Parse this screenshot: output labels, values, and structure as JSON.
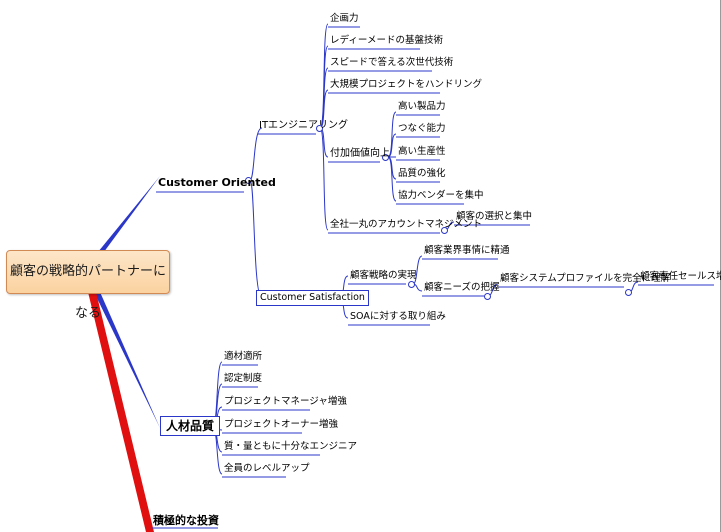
{
  "root": {
    "label": "顧客の戦略的パートナーになる"
  },
  "branches": {
    "customer_oriented": "Customer Oriented",
    "jinzai": "人材品質",
    "investment": "積極的な投資"
  },
  "it_engineering": {
    "label": "ITエンジニアリング",
    "items": [
      "企画力",
      "レディーメードの基盤技術",
      "スピードで答える次世代技術",
      "大規模プロジェクトをハンドリング"
    ],
    "value_add": {
      "label": "付加価値向上",
      "items": [
        "高い製品力",
        "つなぐ能力",
        "高い生産性",
        "品質の強化",
        "協力ベンダーを集中"
      ]
    },
    "account": {
      "label": "全社一丸のアカウントマネジメント",
      "child": "顧客の選択と集中"
    }
  },
  "customer_satisfaction": {
    "label": "Customer Satisfaction",
    "strategy": {
      "label": "顧客戦略の実現",
      "items": [
        "顧客業界事情に精通",
        "顧客ニーズの把握"
      ],
      "profile": "顧客システムプロファイルを完全に理解",
      "sales": "顧客専任セールス増強"
    },
    "soa": "SOAに対する取り組み"
  },
  "jinzai_items": [
    "適材適所",
    "認定制度",
    "プロジェクトマネージャ増強",
    "プロジェクトオーナー増強",
    "質・量ともに十分なエンジニア",
    "全員のレベルアップ"
  ],
  "colors": {
    "blue": "#2b37c8",
    "red": "#e01010",
    "root_fill": "#fbd2a0",
    "root_border": "#d28a55"
  }
}
